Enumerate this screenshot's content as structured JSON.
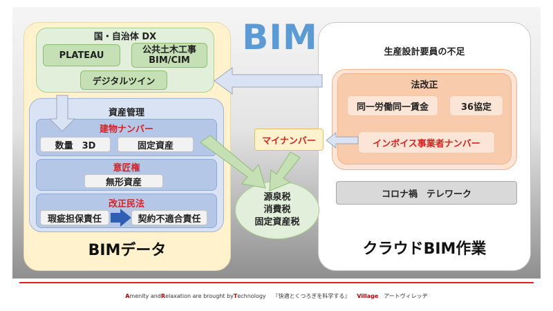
{
  "title": "BIM",
  "left": {
    "label": "BIMデータ",
    "dx": {
      "heading": "国・自治体 DX",
      "plateau": "PLATEAU",
      "civil_line1": "公共土木工事",
      "civil_line2": "BIM/CIM",
      "twin": "デジタルツイン"
    },
    "assets": {
      "heading": "資産管理",
      "building_number": "建物ナンバー",
      "quantity": "数量　3D",
      "fixed_assets": "固定資産",
      "design_right": "意匠権",
      "intangible": "無形資産",
      "civil_code": "改正民法",
      "defect_liability": "瑕疵担保責任",
      "conformity_liability": "契約不適合責任"
    }
  },
  "right": {
    "label": "クラウドBIM作業",
    "shortage": "生産設計要員の不足",
    "law": {
      "heading": "法改正",
      "equal_pay": "同一労働同一賃金",
      "agreement36": "36協定",
      "invoice": "インボイス事業者ナンバー"
    },
    "covid": "コロナ禍　テレワーク"
  },
  "my_number": "マイナンバー",
  "taxes": [
    "源泉税",
    "消費税",
    "固定資産税"
  ],
  "footer": {
    "a": "A",
    "a_rest": "menity and ",
    "r": "R",
    "r_rest": "elaxation are brought by ",
    "t": "T",
    "t_rest": "echnology",
    "motto": "『快適とくつろぎを科学する』",
    "village": "Village",
    "company": "アートヴィレッヂ"
  },
  "colors": {
    "title_blue": "#5b9bd5",
    "accent_red": "#d9201f",
    "green_fill": "#e2efda",
    "orange_fill": "#fce4d6"
  }
}
